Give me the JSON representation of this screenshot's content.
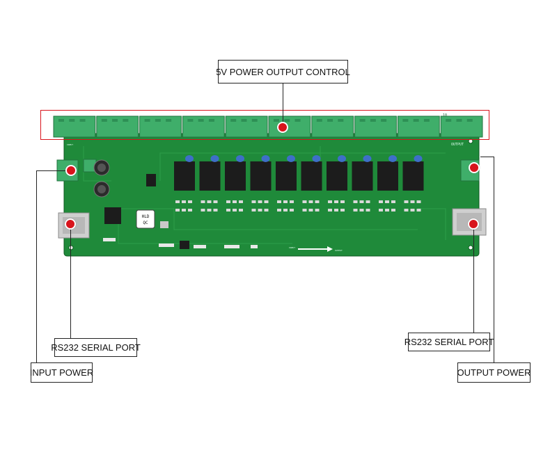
{
  "labels": {
    "top": "5V POWER OUTPUT CONTROL",
    "rs232_left": "RS232 SERIAL PORT",
    "rs232_right": "RS232 SERIAL PORT",
    "input_power": "INPUT POWER",
    "output_power": "OUTPUT POWER"
  },
  "board": {
    "chip_marking_line1": "HLD",
    "chip_marking_line2": "QC",
    "header_left": "INPUT",
    "header_right": "OUTPUT",
    "arrow_left_text": "INPUT",
    "arrow_right_text": "OUTPUT",
    "terminal_number_10": "10"
  },
  "colors": {
    "pcb_green": "#1f8a3a",
    "terminal_green": "#3fae6a",
    "relay_black": "#1c1c1c",
    "marker_red": "#d8141c",
    "highlight_red": "#d8141c"
  },
  "relay_count": 10,
  "terminal_block_count": 10
}
